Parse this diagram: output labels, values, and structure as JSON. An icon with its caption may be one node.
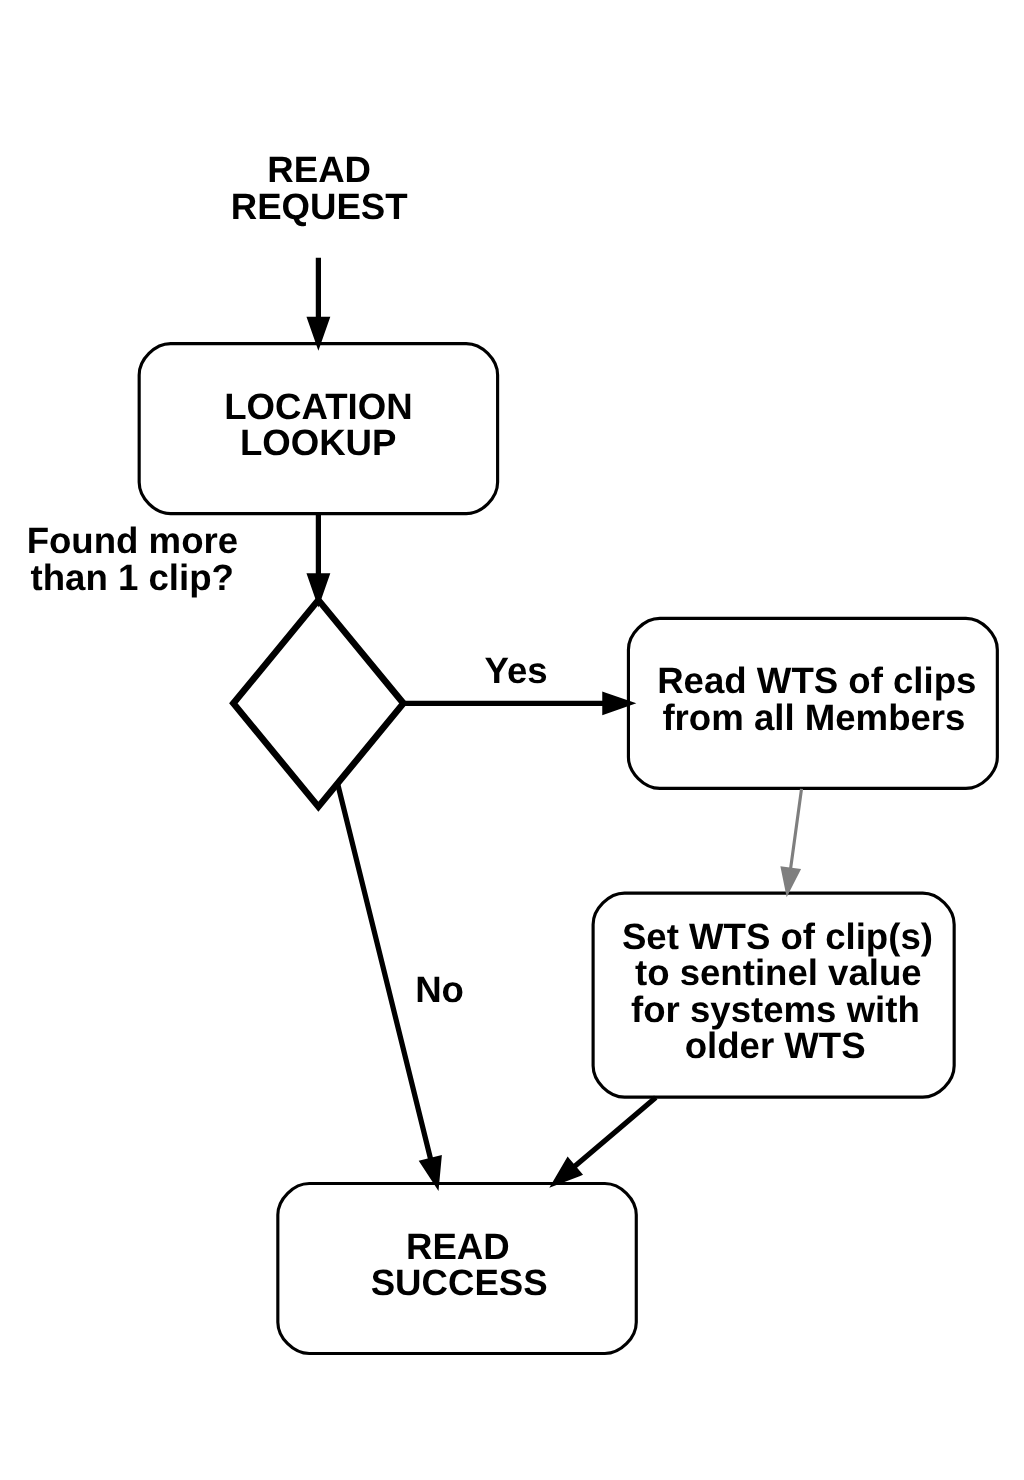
{
  "diagram": {
    "nodes": [
      {
        "text": [
          "READ REQUEST"
        ]
      },
      {
        "text": [
          "LOCATION LOOKUP"
        ]
      },
      {
        "text": [],
        "shape": "diamond",
        "beside": [
          "Found more than 1 clip?"
        ]
      },
      {
        "text": [
          "Read WTS of clips from all Members"
        ]
      },
      {
        "text": [
          "Set WTS of clip(s) to sentinel value for systems with older WTS"
        ]
      },
      {
        "text": [
          "READ SUCCESS"
        ]
      }
    ],
    "edges": [
      {
        "from": 0,
        "to": 1,
        "arrow": "to"
      },
      {
        "from": 1,
        "to": 2,
        "arrow": "to"
      },
      {
        "from": 2,
        "to": 3,
        "arrow": "to",
        "label": "Yes"
      },
      {
        "from": 3,
        "to": 4,
        "arrow": "to",
        "color": "#7f7f7f"
      },
      {
        "from": 2,
        "to": 5,
        "arrow": "to",
        "label": "No"
      },
      {
        "from": 4,
        "to": 5,
        "arrow": "to"
      }
    ]
  }
}
